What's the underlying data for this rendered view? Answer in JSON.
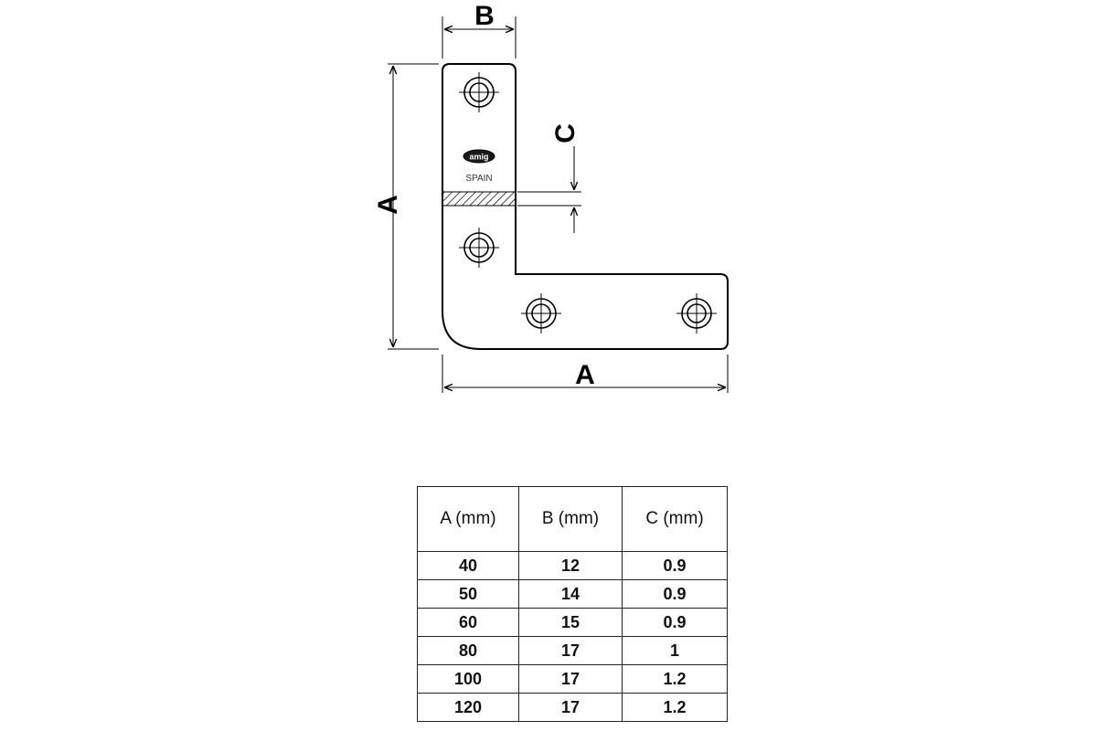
{
  "drawing": {
    "dimensions": {
      "a_vertical": "A",
      "a_horizontal": "A",
      "b": "B",
      "c": "C"
    },
    "logo": {
      "mark": "amig",
      "country": "SPAIN"
    }
  },
  "table": {
    "headers": [
      "A (mm)",
      "B (mm)",
      "C (mm)"
    ],
    "rows": [
      [
        "40",
        "12",
        "0.9"
      ],
      [
        "50",
        "14",
        "0.9"
      ],
      [
        "60",
        "15",
        "0.9"
      ],
      [
        "80",
        "17",
        "1"
      ],
      [
        "100",
        "17",
        "1.2"
      ],
      [
        "120",
        "17",
        "1.2"
      ]
    ]
  }
}
